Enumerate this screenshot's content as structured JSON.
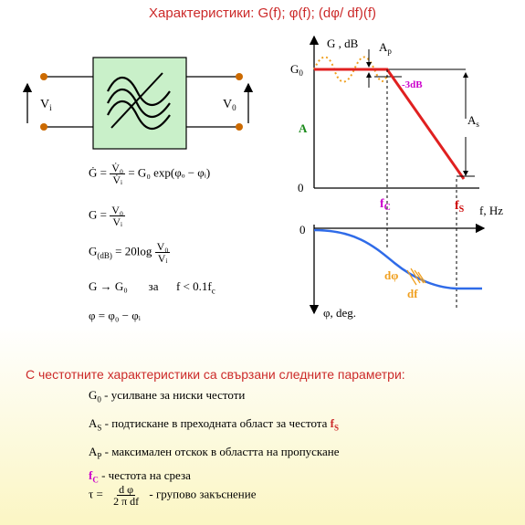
{
  "title": "Характеристики: G(f); φ(f); (dφ/ df)(f)",
  "block": {
    "input_label": "V",
    "input_sub": "i",
    "output_label": "V",
    "output_sub": "0"
  },
  "equations": {
    "eq1_lhs": "Ġ =",
    "eq1_num": "V̇₀",
    "eq1_den": "V̇ᵢ",
    "eq1_rhs": "= G₀ exp(φₒ − φᵢ)",
    "eq2_lhs": "G =",
    "eq2_num": "V₀",
    "eq2_den": "Vᵢ",
    "eq3_lhs": "G",
    "eq3_sub": "(dB)",
    "eq3_mid": "= 20log",
    "eq3_num": "V₀",
    "eq3_den": "Vᵢ",
    "eq4": "G → G₀       за      f < 0.1f",
    "eq4_sub": "c",
    "eq5": "φ = φ₀ − φᵢ"
  },
  "gain_chart": {
    "y_label": "G , dB",
    "g0_label": "G",
    "g0_sub": "0",
    "zero_label": "0",
    "a_label": "A",
    "ap_label": "A",
    "ap_sub": "p",
    "as_label": "A",
    "as_sub": "s",
    "db3_label": "-3dB",
    "fc_label": "f",
    "fc_sub": "C",
    "fs_label": "f",
    "fs_sub": "S",
    "x_label": "f, Hz"
  },
  "phase_chart": {
    "zero_label": "0",
    "y_label": "φ, deg.",
    "dphi_label": "dφ",
    "df_label": "df"
  },
  "subtitle": "С честотните характеристики са свързани следните параметри:",
  "params": {
    "p1_sym": "G",
    "p1_sub": "0",
    "p1_text": " - усилване за ниски честоти",
    "p2_sym": "A",
    "p2_sub": "S",
    "p2_text": " - подтискане в преходната област за честота ",
    "p2_f": "f",
    "p2_fsub": "S",
    "p3_sym": "A",
    "p3_sub": "P",
    "p3_text": " - максимален отскок в областта на пропускане",
    "p4_sym": "f",
    "p4_sub": "C",
    "p4_text": " - честота на среза",
    "p5_lhs": "τ  =",
    "p5_num": "d φ",
    "p5_den": "2 π df",
    "p5_text": " - групово закъснение"
  },
  "colors": {
    "title": "#cc2a2a",
    "gain_line": "#e02020",
    "ripple": "#f0a020",
    "phase_line": "#2060e8",
    "a_label": "#1a8a1a",
    "magenta": "#cc00cc",
    "fc_color": "#cc00cc",
    "fs_color": "#cc0000"
  }
}
